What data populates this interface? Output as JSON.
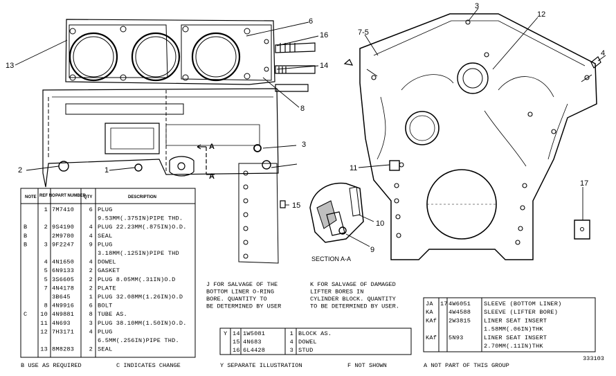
{
  "callouts": {
    "c13": "13",
    "c6": "6",
    "c16": "16",
    "c14": "14",
    "c8": "8",
    "c3a": "3",
    "c2": "2",
    "c1": "1",
    "c15": "15",
    "c3b": "3",
    "c12": "12",
    "c75": "7-5",
    "c4": "4",
    "c11": "11",
    "c17": "17",
    "c10": "10",
    "c9": "9",
    "sect_a1": "A",
    "sect_a2": "A"
  },
  "section_label": "SECTION A-A",
  "parts_table": {
    "headers": {
      "note": "NOTE",
      "ref": "REF NO",
      "part": "PART NUMBER",
      "qty": "QTY",
      "desc": "DESCRIPTION"
    },
    "rows": [
      {
        "note": "",
        "ref": "1",
        "part": "7M7410",
        "qty": "6",
        "desc": "PLUG"
      },
      {
        "note": "",
        "ref": "",
        "part": "",
        "qty": "",
        "desc": "9.53MM(.375IN)PIPE THD."
      },
      {
        "note": "B",
        "ref": "2",
        "part": "9S4190",
        "qty": "4",
        "desc": "PLUG 22.23MM(.875IN)O.D."
      },
      {
        "note": "B",
        "ref": "",
        "part": "2M9780",
        "qty": "4",
        "desc": "SEAL"
      },
      {
        "note": "B",
        "ref": "3",
        "part": "9F2247",
        "qty": "9",
        "desc": "PLUG"
      },
      {
        "note": "",
        "ref": "",
        "part": "",
        "qty": "",
        "desc": "3.18MM(.125IN)PIPE THD"
      },
      {
        "note": "",
        "ref": "4",
        "part": "4N1650",
        "qty": "4",
        "desc": "DOWEL"
      },
      {
        "note": "",
        "ref": "5",
        "part": "6N9133",
        "qty": "2",
        "desc": "GASKET"
      },
      {
        "note": "",
        "ref": "5",
        "part": "3S6605",
        "qty": "2",
        "desc": "PLUG 8.05MM(.31IN)O.D"
      },
      {
        "note": "",
        "ref": "7",
        "part": "4N4178",
        "qty": "2",
        "desc": "PLATE"
      },
      {
        "note": "",
        "ref": "",
        "part": "3B645",
        "qty": "1",
        "desc": "PLUG 32.08MM(1.26IN)O.D"
      },
      {
        "note": "",
        "ref": "8",
        "part": "4N9916",
        "qty": "6",
        "desc": "BOLT"
      },
      {
        "note": "C",
        "ref": "10",
        "part": "4N9881",
        "qty": "8",
        "desc": "TUBE AS."
      },
      {
        "note": "",
        "ref": "11",
        "part": "4N693",
        "qty": "3",
        "desc": "PLUG 38.10MM(1.50IN)O.D."
      },
      {
        "note": "",
        "ref": "12",
        "part": "7H3171",
        "qty": "4",
        "desc": "PLUG"
      },
      {
        "note": "",
        "ref": "",
        "part": "",
        "qty": "",
        "desc": "6.5MM(.256IN)PIPE THD."
      },
      {
        "note": "",
        "ref": "13",
        "part": "8M8283",
        "qty": "2",
        "desc": "SEAL"
      }
    ]
  },
  "notes": {
    "j": [
      "J FOR SALVAGE OF THE",
      "BOTTOM LINER O-RING",
      "BORE. QUANTITY TO",
      "BE DETERMINED BY USER"
    ],
    "k": [
      "K FOR SALVAGE OF DAMAGED",
      "LIFTER BORES IN",
      "CYLINDER BLOCK. QUANTITY",
      "TO BE DETERMINED BY USER."
    ]
  },
  "illustration_table": {
    "mark": "Y",
    "rows": [
      {
        "ref": "14",
        "part": "1W5081",
        "qty": "1",
        "desc": "BLOCK AS."
      },
      {
        "ref": "15",
        "part": "4N683",
        "qty": "4",
        "desc": "DOWEL"
      },
      {
        "ref": "16",
        "part": "6L4428",
        "qty": "3",
        "desc": "STUD"
      }
    ]
  },
  "salvage_table": {
    "rows": [
      {
        "note": "JA",
        "ref": "17",
        "part": "4W6051",
        "desc": "SLEEVE (BOTTOM LINER)"
      },
      {
        "note": "KA",
        "ref": "",
        "part": "4W4588",
        "desc": "SLEEVE (LIFTER BORE)"
      },
      {
        "note": "KAf",
        "ref": "",
        "part": "2W3815",
        "desc": "LINER SEAT INSERT"
      },
      {
        "note": "",
        "ref": "",
        "part": "",
        "desc": "1.58MM(.06IN)THK"
      },
      {
        "note": "KAf",
        "ref": "",
        "part": "5N93",
        "desc": "LINER SEAT INSERT"
      },
      {
        "note": "",
        "ref": "",
        "part": "",
        "desc": "2.70MM(.11IN)THK"
      }
    ]
  },
  "footer": {
    "b": "B USE AS REQUIRED",
    "c": "C INDICATES CHANGE",
    "y": "Y SEPARATE ILLUSTRATION",
    "f": "F NOT SHOWN",
    "a": "A NOT PART OF THIS GROUP",
    "fig": "333103"
  }
}
